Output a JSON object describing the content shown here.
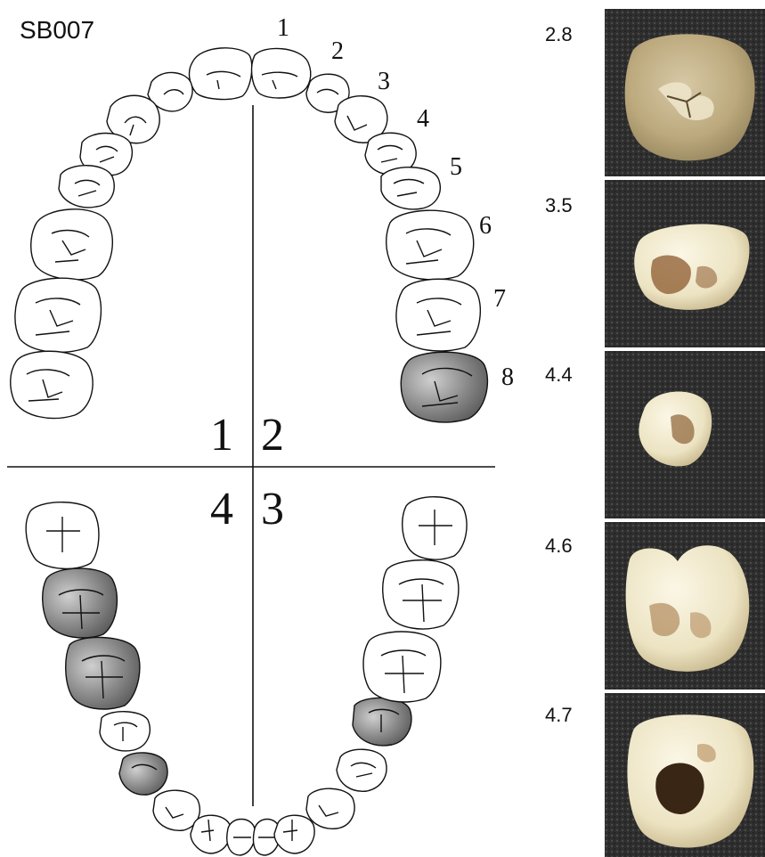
{
  "specimen_id": "SB007",
  "quadrants": [
    "1",
    "2",
    "3",
    "4"
  ],
  "tooth_numbers": [
    "1",
    "2",
    "3",
    "4",
    "5",
    "6",
    "7",
    "8"
  ],
  "photos": [
    {
      "label": "2.8"
    },
    {
      "label": "3.5"
    },
    {
      "label": "4.4"
    },
    {
      "label": "4.6"
    },
    {
      "label": "4.7"
    }
  ],
  "colors": {
    "lesion_fill": "#6b6b6b",
    "outline": "#111111",
    "photo_bg": "#2c2c2c"
  }
}
